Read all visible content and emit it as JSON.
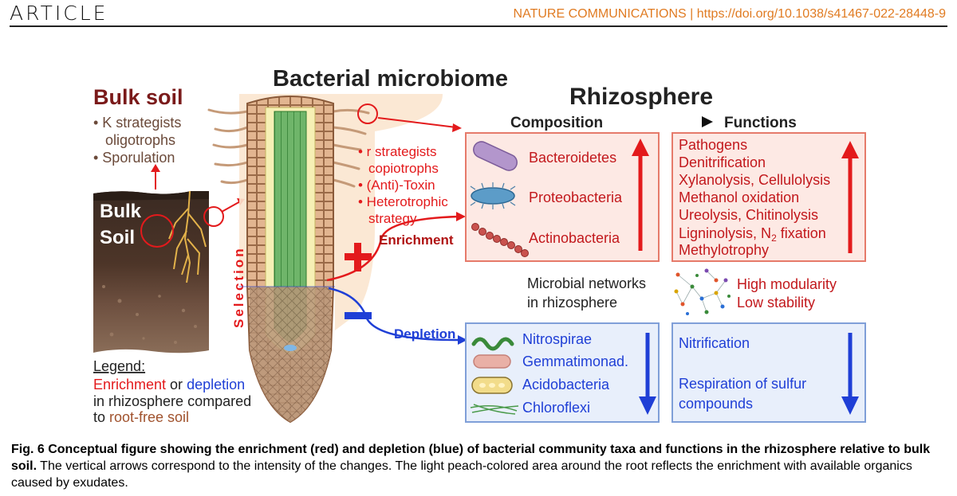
{
  "header": {
    "left": "ARTICLE",
    "journal": "NATURE COMMUNICATIONS",
    "separator": " | ",
    "doi": "https://doi.org/10.1038/s41467-022-28448-9"
  },
  "figure": {
    "title": "Bacterial microbiome",
    "bulk_soil": {
      "title": "Bulk soil",
      "bullets": [
        "• K strategists",
        "oligotrophs",
        "• Sporulation"
      ],
      "soil_label_1": "Bulk",
      "soil_label_2": "Soil"
    },
    "root": {
      "selection_label": "Selection",
      "rhizo_bullets": [
        "• r strategists",
        "copiotrophs",
        "• (Anti)-Toxin",
        "• Heterotrophic",
        "strategy"
      ],
      "enrichment_label": "Enrichment",
      "depletion_label": "Depletion"
    },
    "legend": {
      "title": "Legend:",
      "enrichment": "Enrichment",
      "or": " or ",
      "depletion": "depletion",
      "line2": "in rhizosphere compared",
      "line3a": "to ",
      "line3b": "root-free soil"
    },
    "rhizosphere": {
      "title": "Rhizosphere",
      "composition": "Composition",
      "functions": "Functions",
      "enriched_taxa": [
        "Bacteroidetes",
        "Proteobacteria",
        "Actinobacteria"
      ],
      "enriched_functions": [
        "Pathogens",
        "Denitrification",
        "Xylanolysis, Cellulolysis",
        "Methanol oxidation",
        "Ureolysis, Chitinolysis",
        "Methylotrophy"
      ],
      "ligninolysis": "Ligninolysis, N",
      "ligninolysis_sub": "2",
      "ligninolysis_end": " fixation",
      "network_label_1": "Microbial networks",
      "network_label_2": "in rhizosphere",
      "network_props": [
        "High modularity",
        "Low stability"
      ],
      "depleted_taxa": [
        "Nitrospirae",
        "Gemmatimonad.",
        "Acidobacteria",
        "Chloroflexi"
      ],
      "depleted_functions": [
        "Nitrification",
        "Respiration of sulfur",
        "compounds"
      ]
    },
    "colors": {
      "red": "#e31a1c",
      "blue": "#1f3fd6",
      "bulk_title": "#7a1a1a",
      "soil_text": "#6b4a3a",
      "peach": "#fbe6cf",
      "enrich_box_fill": "#fde9e4",
      "deplete_box_fill": "#e8effb"
    }
  },
  "caption": {
    "bold": "Fig. 6 Conceptual figure showing the enrichment (red) and depletion (blue) of bacterial community taxa and functions in the rhizosphere relative to bulk soil.",
    "rest": " The vertical arrows correspond to the intensity of the changes. The light peach-colored area around the root reflects the enrichment with available organics caused by exudates."
  }
}
